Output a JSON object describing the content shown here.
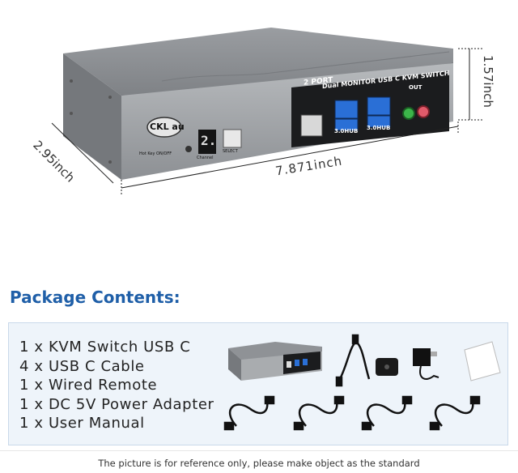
{
  "product": {
    "logo_text": "CKL au",
    "series_label": "2 PORT",
    "model_label": "Dual MONITOR USB C KVM SWITCH",
    "out_label": "OUT",
    "hub_label_1": "3.0HUB",
    "hub_label_2": "3.0HUB",
    "hotkey_label": "Hot Key ON/OFF",
    "channel_display": "2.",
    "channel_label": "Channel",
    "select_label": "SELECT"
  },
  "dimensions": {
    "height": "1.57inch",
    "depth": "2.95inch",
    "width": "7.871inch"
  },
  "package": {
    "heading": "Package Contents:",
    "items": [
      "1 x KVM Switch USB C",
      "4 x USB C Cable",
      "1 x Wired Remote",
      "1 x DC 5V Power Adapter",
      "1 x User Manual"
    ]
  },
  "footer_note": "The picture is for reference only, please make object as the standard",
  "colors": {
    "heading": "#1f5fa8",
    "device_body": "#8c8f93",
    "panel_bg": "#eef4fa"
  }
}
